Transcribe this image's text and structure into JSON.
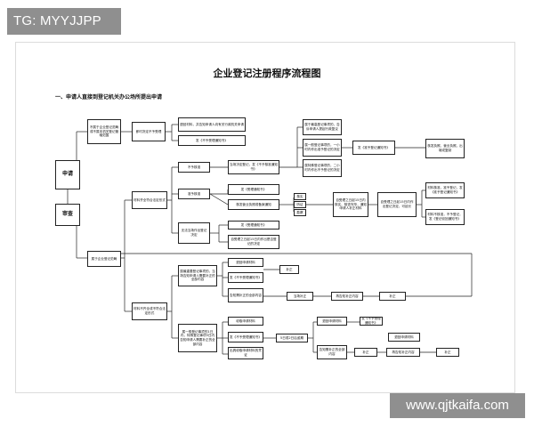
{
  "watermark_top": "TG: MYYJJPP",
  "watermark_bottom": "www.qjtkaifa.com",
  "diagram": {
    "title": "企业登记注册程序流程图",
    "section_heading": "一、申请人直接到登记机关办公场所提出申请",
    "nodes": {
      "apply": "申请",
      "review": "审查",
      "not_scope": "不属于企业登记范畴或不属本机关登记管辖范围",
      "immediate_decision": "即时决定不予受理",
      "return_not_scope": "退回材料，并告知申请人向有关行政机关申请",
      "notice_not_accept": "发《不予受理通知书》",
      "belongs_scope": "属于企业登记范畴",
      "materials_complete": "材料齐全符合法定形式",
      "not_approved": "不予核准",
      "approved": "准予核准",
      "no_onsite_decision": "无法当场作出登记决定",
      "issue_no_approval": "当场决定登记，发《不予核准通知书》",
      "issue_approval_record": "发《受理通知书》",
      "onsite_approve": "核发营业执照或备案通知",
      "issue_accept_notice": "发《受理通知书》",
      "decide_15days": "自受理之日起15日内作出是否登记的决定",
      "verify": "核实",
      "hearing": "听证",
      "inspect": "勘察",
      "verify_note": "自受理之日起15日内核实、核查完毕，通知申请人补正材料",
      "decide_20days": "自受理之日起15日内作出登记决定，可延长",
      "admin_review_1": "属于最高登记事项的，告诉申请人提起行政复议",
      "admin_review_2": "属一般登记事项的，一小时内作出准予登记的决定",
      "admin_review_3": "属特殊登记事项的，二小时内作出不予登记的决定",
      "approve_register": "发《准予登记通知书》",
      "issue_license": "核发执照、营业执照，出境或复制",
      "materials_approved": "材料核准，准予登记，发《准予登记通知书》",
      "materials_rejected": "材料不核准，不予登记，发《登记驳回通知书》",
      "materials_incomplete": "材料不齐全或不符合法定形式",
      "one_time_notice": "属最重要登记事项的，当场告知申请人需要补正的全部内容",
      "return_materials_1": "退回申请材料",
      "notice_reject_1": "发《不予受理通知书》",
      "correct_1": "补正",
      "notice_correct_1": "告知需补正的全部内容",
      "resubmit_1": "当场补正",
      "correct_all_1": "再告知补正内容",
      "correct_2": "补正",
      "general_items": "属一般登记事项的1日内，特殊登记事项5日内告知申请人需要补正的全部内容",
      "receive_materials": "收取申请材料",
      "notice_reject_2": "发《不予受理通知书》",
      "issue_receipt": "出具收取申请材料的凭证",
      "within_5days": "5日或2日后逾期",
      "return_materials_2": "退回申请材料",
      "notice_reject_3": "发《不予受理通知书》",
      "notice_correct_2": "告知需补正的全部内容",
      "return_applicant": "退回申请材料",
      "correct_3": "补正",
      "correct_all_2": "再告知补正内容",
      "correct_4": "补正"
    }
  }
}
